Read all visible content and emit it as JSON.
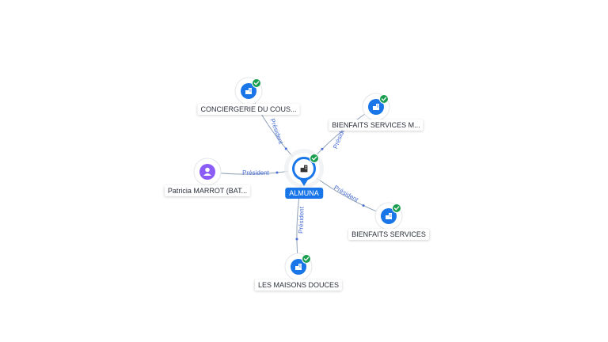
{
  "colors": {
    "company": "#1976e8",
    "person": "#8b5cf6",
    "check": "#1a9e50",
    "edge": "#8fa0b5",
    "edge_label": "#4a6fd4"
  },
  "center": {
    "label": "ALMUNA",
    "icon": "building-icon",
    "status_icon": "check-icon"
  },
  "nodes": [
    {
      "id": "conciergerie",
      "label": "CONCIERGERIE DU COUS...",
      "type": "company",
      "icon": "building-icon",
      "status_icon": "check-icon"
    },
    {
      "id": "bienfaits-m",
      "label": "BIENFAITS SERVICES M...",
      "type": "company",
      "icon": "building-icon",
      "status_icon": "check-icon"
    },
    {
      "id": "patricia",
      "label": "Patricia MARROT (BAT...",
      "type": "person",
      "icon": "person-icon"
    },
    {
      "id": "bienfaits",
      "label": "BIENFAITS SERVICES",
      "type": "company",
      "icon": "building-icon",
      "status_icon": "check-icon"
    },
    {
      "id": "maisons",
      "label": "LES MAISONS DOUCES",
      "type": "company",
      "icon": "building-icon",
      "status_icon": "check-icon"
    }
  ],
  "edges": [
    {
      "from": "conciergerie",
      "to": "center",
      "label": "Président"
    },
    {
      "from": "bienfaits-m",
      "to": "center",
      "label": "Président"
    },
    {
      "from": "patricia",
      "to": "center",
      "label": "Président"
    },
    {
      "from": "center",
      "to": "bienfaits",
      "label": "Président"
    },
    {
      "from": "center",
      "to": "maisons",
      "label": "Président"
    }
  ]
}
